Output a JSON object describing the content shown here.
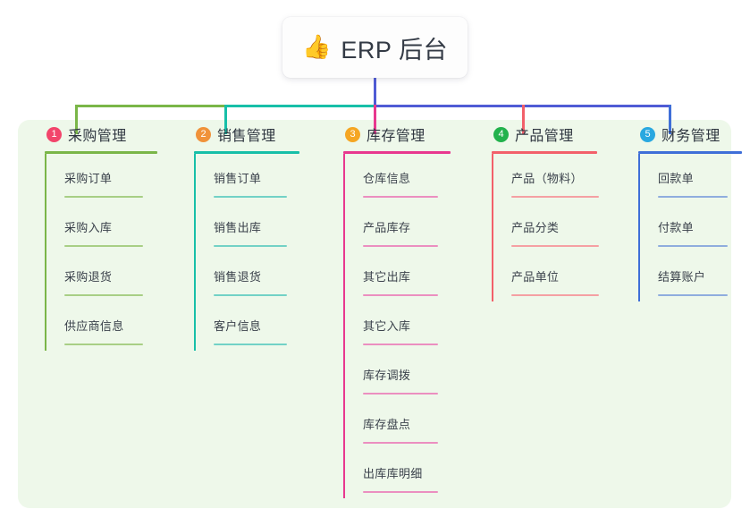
{
  "root": {
    "emoji": "👍",
    "emoji_name": "thumbs-up-icon",
    "title": "ERP 后台"
  },
  "panel": {
    "background_color": "#eef8ea"
  },
  "connector_colors": {
    "segment_1": "#7ab648",
    "segment_2": "#17bfa8",
    "segment_3": "#4f5bd5",
    "drop_1": "#7ab648",
    "drop_2": "#17bfa8",
    "drop_3": "#e8388f",
    "drop_4": "#f2606a",
    "drop_5": "#3f6fd8",
    "root_stem": "#4f5bd5"
  },
  "columns": [
    {
      "index": "1",
      "title": "采购管理",
      "badge_color": "#f2456b",
      "line_color": "#7ab648",
      "leaf_line_color": "#a8cf85",
      "leaves": [
        "采购订单",
        "采购入库",
        "采购退货",
        "供应商信息"
      ]
    },
    {
      "index": "2",
      "title": "销售管理",
      "badge_color": "#f0923a",
      "line_color": "#17bfa8",
      "leaf_line_color": "#72d2c6",
      "leaves": [
        "销售订单",
        "销售出库",
        "销售退货",
        "客户信息"
      ]
    },
    {
      "index": "3",
      "title": "库存管理",
      "badge_color": "#f5a623",
      "line_color": "#e8388f",
      "leaf_line_color": "#eb8fc0",
      "leaves": [
        "仓库信息",
        "产品库存",
        "其它出库",
        "其它入库",
        "库存调拨",
        "库存盘点",
        "出库库明细"
      ]
    },
    {
      "index": "4",
      "title": "产品管理",
      "badge_color": "#22b24c",
      "line_color": "#f2606a",
      "leaf_line_color": "#f5a0a3",
      "leaves": [
        "产品（物料）",
        "产品分类",
        "产品单位"
      ]
    },
    {
      "index": "5",
      "title": "财务管理",
      "badge_color": "#29a8e0",
      "line_color": "#3f6fd8",
      "leaf_line_color": "#8fadde",
      "leaves": [
        "回款单",
        "付款单",
        "结算账户"
      ]
    }
  ]
}
